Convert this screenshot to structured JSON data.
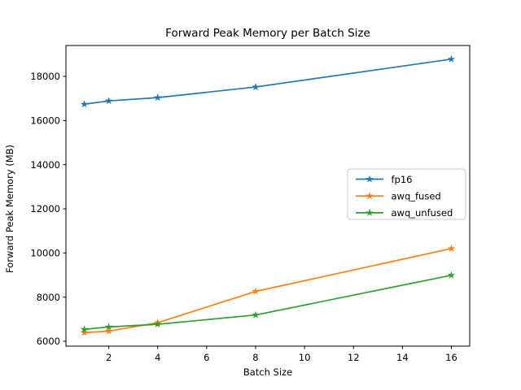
{
  "figure": {
    "background": "#ffffff",
    "axes_edge_color": "#000000",
    "legend_border_color": "#cccccc",
    "legend_background": "#ffffff"
  },
  "chart_data": {
    "type": "line",
    "title": "Forward Peak Memory per Batch Size",
    "xlabel": "Batch Size",
    "ylabel": "Forward Peak Memory (MB)",
    "x": [
      1,
      2,
      4,
      8,
      16
    ],
    "series": [
      {
        "name": "fp16",
        "color": "#1f77b4",
        "marker": "star",
        "values": [
          16740,
          16890,
          17040,
          17520,
          18780
        ]
      },
      {
        "name": "awq_fused",
        "color": "#ff7f0e",
        "marker": "star",
        "values": [
          6390,
          6460,
          6840,
          8260,
          10200
        ]
      },
      {
        "name": "awq_unfused",
        "color": "#2ca02c",
        "marker": "star",
        "values": [
          6540,
          6650,
          6770,
          7190,
          8990
        ]
      }
    ],
    "xticks": [
      2,
      4,
      6,
      8,
      10,
      12,
      14,
      16
    ],
    "yticks": [
      6000,
      8000,
      10000,
      12000,
      14000,
      16000,
      18000
    ],
    "xlim": [
      0.25,
      16.75
    ],
    "ylim": [
      5780,
      19400
    ],
    "grid": false,
    "legend": {
      "position": "center-right",
      "entries": [
        "fp16",
        "awq_fused",
        "awq_unfused"
      ]
    }
  }
}
